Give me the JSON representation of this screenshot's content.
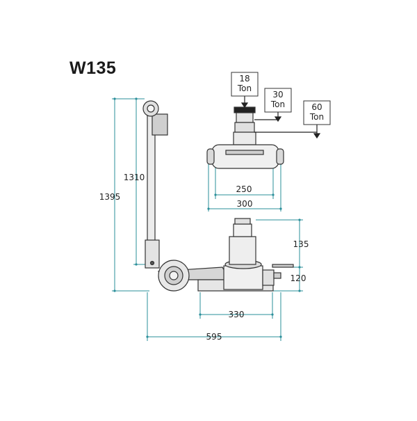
{
  "title": "W135",
  "colors": {
    "dimension": "#2a8f9a",
    "outline": "#333333",
    "fill": "#e7e7e7",
    "shade": "#b8b8b8"
  },
  "load_labels": [
    {
      "value": "18",
      "unit": "Ton"
    },
    {
      "value": "30",
      "unit": "Ton"
    },
    {
      "value": "60",
      "unit": "Ton"
    }
  ],
  "dimensions": {
    "overall_height": "1395",
    "handle_height": "1310",
    "saddle_inner_width": "250",
    "saddle_outer_width": "300",
    "ram_extension": "135",
    "min_height": "120",
    "base_width": "330",
    "overall_length": "595"
  }
}
